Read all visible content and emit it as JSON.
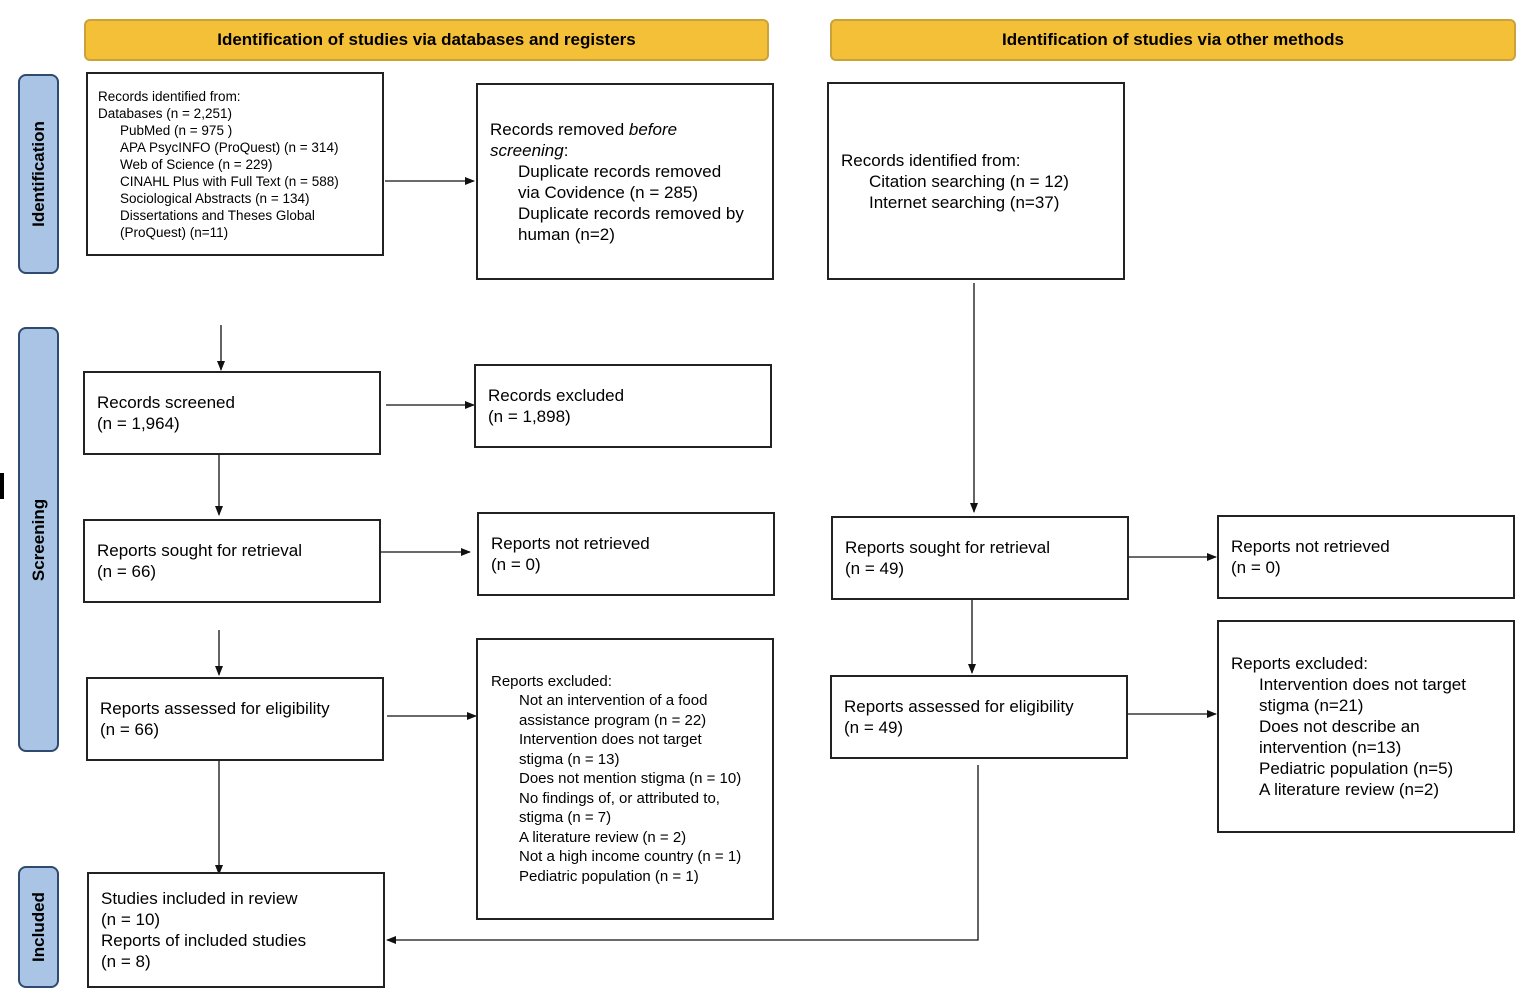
{
  "headers": {
    "databases": "Identification of studies via databases and registers",
    "other": "Identification of studies via other methods"
  },
  "phases": {
    "identification": "Identification",
    "screening": "Screening",
    "included": "Included"
  },
  "db": {
    "records_identified": {
      "title": "Records identified from:",
      "databases": "Databases (n = 2,251)",
      "sources": [
        "PubMed (n = 975 )",
        "APA PsycINFO (ProQuest) (n = 314)",
        "Web of Science (n = 229)",
        "CINAHL Plus with Full Text (n = 588)",
        "Sociological Abstracts (n = 134)",
        "Dissertations and Theses Global",
        "(ProQuest) (n=11)"
      ]
    },
    "records_removed": {
      "title_prefix": "Records removed ",
      "title_emph_1": "before",
      "title_emph_2": "screening",
      "title_suffix": ":",
      "lines": [
        "Duplicate records removed",
        "via Covidence (n = 285)",
        "Duplicate records removed by",
        "human (n=2)"
      ]
    },
    "records_screened": {
      "label": "Records screened",
      "count": "(n = 1,964)"
    },
    "records_excluded": {
      "label": "Records excluded",
      "count": "(n = 1,898)"
    },
    "reports_sought": {
      "label": "Reports sought for retrieval",
      "count": "(n = 66)"
    },
    "reports_not_retrieved": {
      "label": "Reports not retrieved",
      "count": "(n = 0)"
    },
    "reports_assessed": {
      "label": "Reports assessed for eligibility",
      "count": "(n = 66)"
    },
    "reports_excluded": {
      "title": "Reports excluded:",
      "lines": [
        "Not an intervention of a food",
        "assistance program  (n = 22)",
        "Intervention does not target",
        "stigma (n = 13)",
        "Does not mention stigma (n = 10)",
        "No findings of, or attributed to,",
        "stigma (n = 7)",
        "A literature review (n = 2)",
        "Not a high income country (n = 1)",
        "Pediatric population (n = 1)"
      ]
    },
    "included": {
      "studies_label": "Studies included in review",
      "studies_count": "(n = 10)",
      "reports_label": "Reports of included studies",
      "reports_count": "(n = 8)"
    }
  },
  "other": {
    "records_identified": {
      "title": "Records identified from:",
      "lines": [
        "Citation searching (n = 12)",
        "Internet searching (n=37)"
      ]
    },
    "reports_sought": {
      "label": "Reports sought for retrieval",
      "count": "(n = 49)"
    },
    "reports_not_retrieved": {
      "label": "Reports not retrieved",
      "count": "(n = 0)"
    },
    "reports_assessed": {
      "label": "Reports assessed for eligibility",
      "count": "(n = 49)"
    },
    "reports_excluded": {
      "title": "Reports excluded:",
      "lines": [
        "Intervention does not target",
        "stigma (n=21)",
        "Does not describe an",
        "intervention (n=13)",
        "Pediatric population (n=5)",
        "A literature review (n=2)"
      ]
    }
  },
  "colors": {
    "header_fill": "#f4c038",
    "phase_fill": "#a9c4e4",
    "phase_border": "#2e4a6e"
  }
}
